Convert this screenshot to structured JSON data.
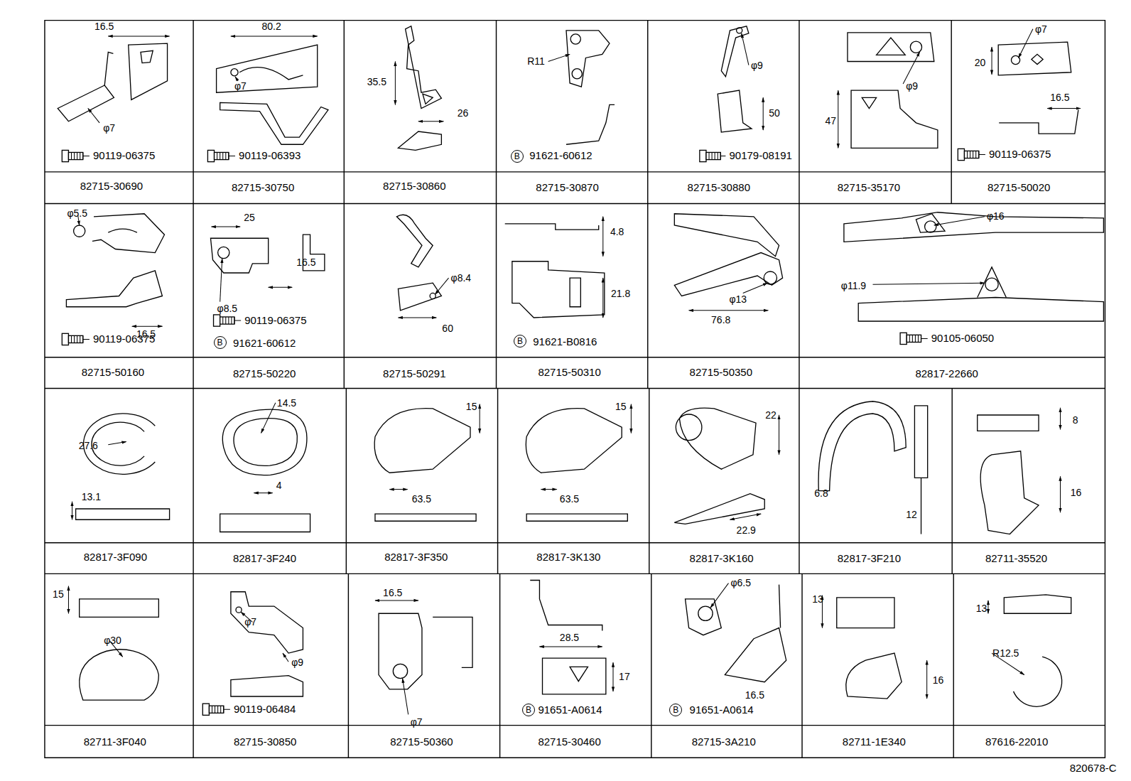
{
  "diagram": {
    "labels": [
      "16.5",
      "φ7",
      "90119-06375",
      "82715-30690",
      "80.2",
      "φ7",
      "90119-06393",
      "82715-30750",
      "35.5",
      "26",
      "82715-30860",
      "R11",
      "B",
      "91621-60612",
      "82715-30870",
      "φ9",
      "50",
      "90179-08191",
      "82715-30880",
      "φ9",
      "47",
      "82715-35170",
      "φ7",
      "20",
      "16.5",
      "90119-06375",
      "82715-50020",
      "φ5.5",
      "16.5",
      "90119-06375",
      "82715-50160",
      "25",
      "φ8.5",
      "16.5",
      "90119-06375",
      "B",
      "91621-60612",
      "82715-50220",
      "φ8.4",
      "60",
      "82715-50291",
      "4.8",
      "21.8",
      "B",
      "91621-B0816",
      "82715-50310",
      "φ13",
      "76.8",
      "82715-50350",
      "φ16",
      "φ11.9",
      "90105-06050",
      "82817-22660",
      "27.6",
      "13.1",
      "82817-3F090",
      "14.5",
      "4",
      "82817-3F240",
      "15",
      "63.5",
      "82817-3F350",
      "15",
      "63.5",
      "82817-3K130",
      "22",
      "22.9",
      "82817-3K160",
      "6.8",
      "12",
      "82817-3F210",
      "8",
      "16",
      "82711-35520",
      "15",
      "φ30",
      "82711-3F040",
      "φ7",
      "φ9",
      "90119-06484",
      "82715-30850",
      "16.5",
      "φ7",
      "82715-50360",
      "28.5",
      "17",
      "B",
      "91651-A0614",
      "82715-30460",
      "φ6.5",
      "16.5",
      "B",
      "91651-A0614",
      "82715-3A210",
      "13",
      "16",
      "82711-1E340",
      "13",
      "R12.5",
      "87616-22010",
      "820678-C"
    ]
  }
}
